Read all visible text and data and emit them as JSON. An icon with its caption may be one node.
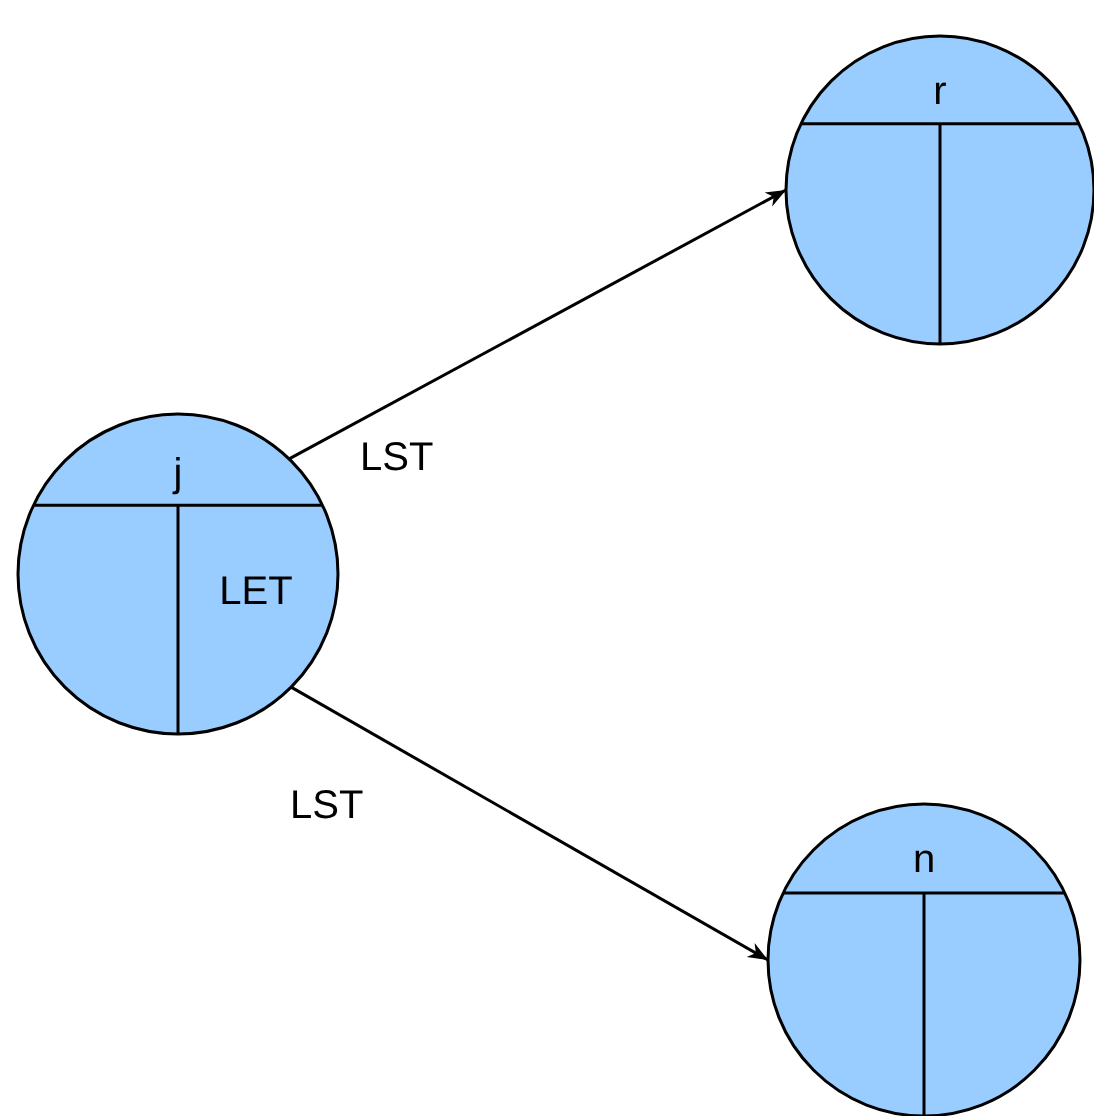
{
  "diagram": {
    "nodes": [
      {
        "text": [
          "j",
          "LET"
        ]
      },
      {
        "text": [
          "r"
        ]
      },
      {
        "text": [
          "n"
        ]
      }
    ],
    "edges": [
      {
        "from": 0,
        "to": 1,
        "arrow": "to",
        "label": "LST"
      },
      {
        "from": 0,
        "to": 2,
        "arrow": "to",
        "label": "LST"
      }
    ]
  }
}
